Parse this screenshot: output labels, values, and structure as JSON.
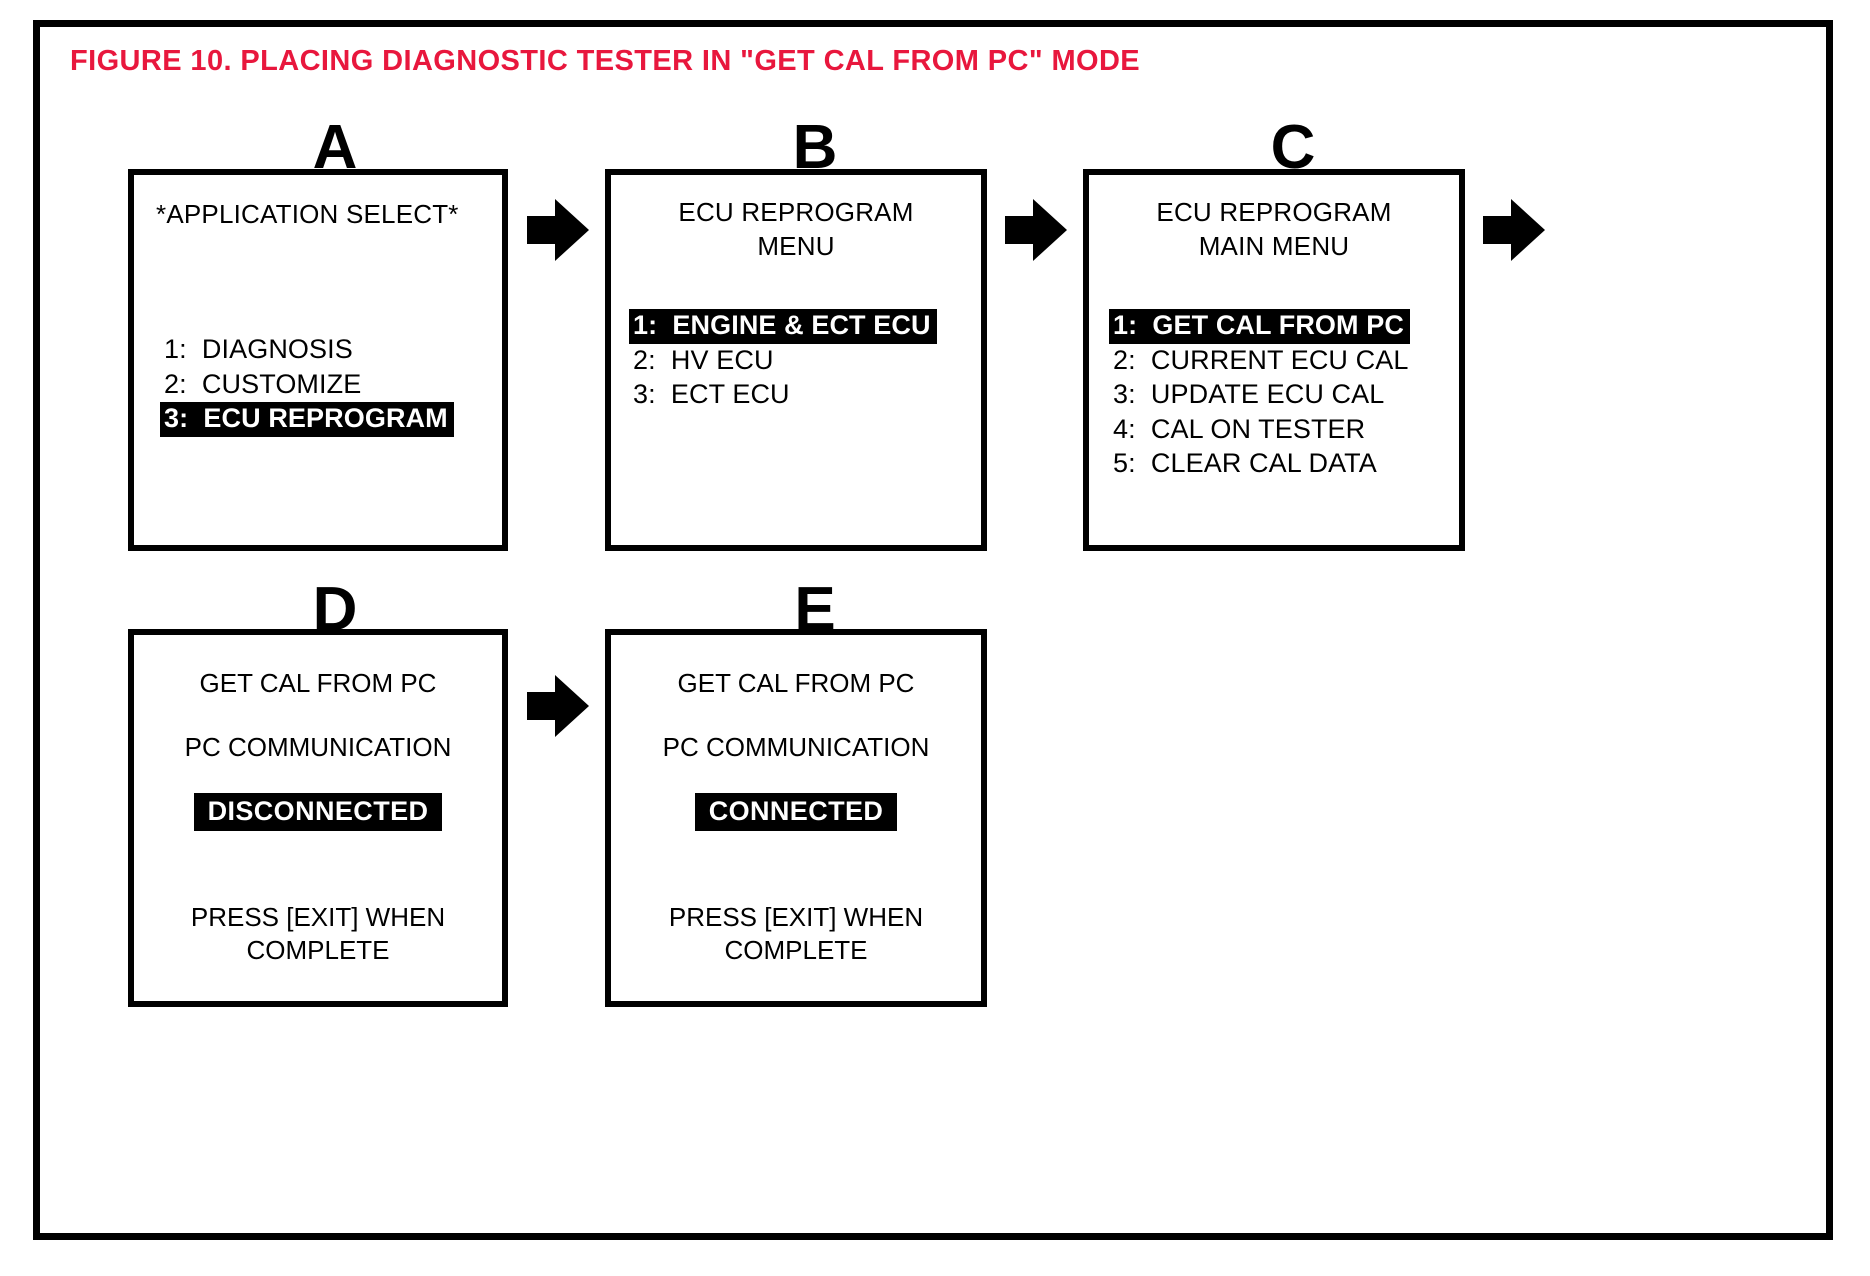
{
  "figure": {
    "title": "FIGURE 10.  PLACING DIAGNOSTIC TESTER IN \"GET CAL FROM PC\" MODE",
    "title_color": "#e8173d",
    "border_color": "#000000",
    "background": "#ffffff"
  },
  "panels": [
    {
      "letter": "A",
      "header": "*APPLICATION SELECT*",
      "items": [
        {
          "num": "1:",
          "label": "DIAGNOSIS",
          "highlight": false
        },
        {
          "num": "2:",
          "label": "CUSTOMIZE",
          "highlight": false
        },
        {
          "num": "3:",
          "label": "ECU REPROGRAM",
          "highlight": true
        }
      ]
    },
    {
      "letter": "B",
      "header": "ECU REPROGRAM\nMENU",
      "items": [
        {
          "num": "1:",
          "label": "ENGINE & ECT ECU",
          "highlight": true
        },
        {
          "num": "2:",
          "label": "HV ECU",
          "highlight": false
        },
        {
          "num": "3:",
          "label": "ECT ECU",
          "highlight": false
        }
      ]
    },
    {
      "letter": "C",
      "header": "ECU REPROGRAM\nMAIN MENU",
      "items": [
        {
          "num": "1:",
          "label": "GET CAL FROM PC",
          "highlight": true
        },
        {
          "num": "2:",
          "label": "CURRENT ECU CAL",
          "highlight": false
        },
        {
          "num": "3:",
          "label": "UPDATE ECU CAL",
          "highlight": false
        },
        {
          "num": "4:",
          "label": "CAL ON TESTER",
          "highlight": false
        },
        {
          "num": "5:",
          "label": "CLEAR CAL DATA",
          "highlight": false
        }
      ]
    },
    {
      "letter": "D",
      "title_line": "GET CAL FROM PC",
      "subtitle_line": "PC COMMUNICATION",
      "status": "DISCONNECTED",
      "footer": "PRESS [EXIT] WHEN\nCOMPLETE"
    },
    {
      "letter": "E",
      "title_line": "GET CAL FROM PC",
      "subtitle_line": "PC COMMUNICATION",
      "status": "CONNECTED",
      "footer": "PRESS [EXIT] WHEN\nCOMPLETE"
    }
  ],
  "arrows": [
    {
      "name": "arrow-a-to-b"
    },
    {
      "name": "arrow-b-to-c"
    },
    {
      "name": "arrow-c-to-d"
    },
    {
      "name": "arrow-d-to-e"
    }
  ]
}
